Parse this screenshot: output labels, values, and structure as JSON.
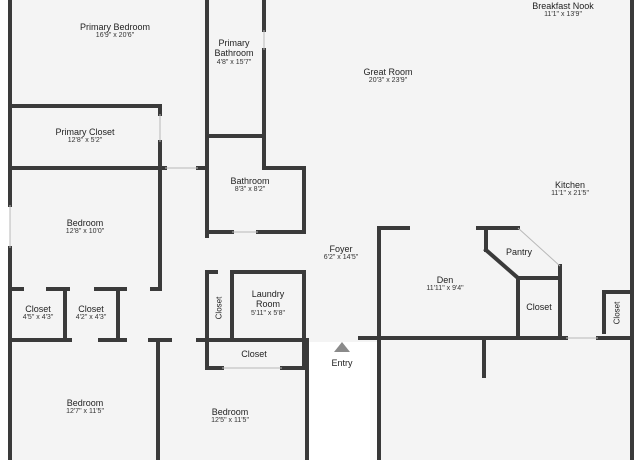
{
  "rooms": {
    "primary_bedroom": {
      "name": "Primary Bedroom",
      "dims": "16'9\" x 20'6\""
    },
    "primary_bathroom": {
      "name": "Primary Bathroom",
      "dims": "4'8\" x 15'7\""
    },
    "great_room": {
      "name": "Great Room",
      "dims": "20'3\" x 23'9\""
    },
    "breakfast_nook": {
      "name": "Breakfast Nook",
      "dims": "11'1\" x 13'9\""
    },
    "primary_closet": {
      "name": "Primary Closet",
      "dims": "12'8\" x 5'2\""
    },
    "bathroom": {
      "name": "Bathroom",
      "dims": "8'3\" x 8'2\""
    },
    "kitchen": {
      "name": "Kitchen",
      "dims": "11'1\" x 21'5\""
    },
    "bedroom_mid": {
      "name": "Bedroom",
      "dims": "12'8\" x 10'0\""
    },
    "foyer": {
      "name": "Foyer",
      "dims": "6'2\" x 14'5\""
    },
    "pantry": {
      "name": "Pantry"
    },
    "den": {
      "name": "Den",
      "dims": "11'11\" x 9'4\""
    },
    "laundry": {
      "name": "Laundry Room",
      "dims": "5'11\" x 5'8\""
    },
    "closet_a": {
      "name": "Closet",
      "dims": "4'5\" x 4'3\""
    },
    "closet_b": {
      "name": "Closet",
      "dims": "4'2\" x 4'3\""
    },
    "closet_vert_left": {
      "name": "Closet"
    },
    "closet_kitchen": {
      "name": "Closet"
    },
    "closet_vert_right": {
      "name": "Closet"
    },
    "closet_hall": {
      "name": "Closet"
    },
    "bedroom_bl": {
      "name": "Bedroom",
      "dims": "12'7\" x 11'5\""
    },
    "bedroom_bm": {
      "name": "Bedroom",
      "dims": "12'5\" x 11'5\""
    }
  },
  "entry": {
    "label": "Entry"
  },
  "colors": {
    "wall": "#3a3a3a",
    "floor": "#f4f4f4",
    "outside": "#ffffff",
    "arrow": "#8a8a8a"
  }
}
